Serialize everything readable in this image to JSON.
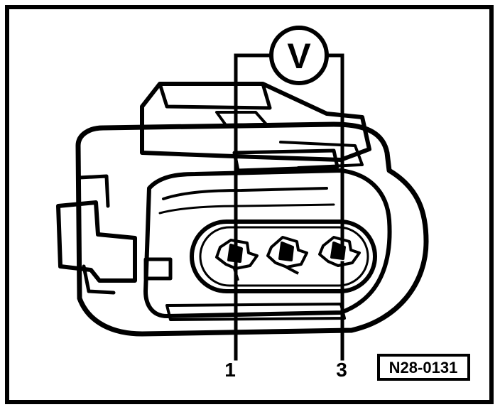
{
  "diagram": {
    "voltmeter_symbol": "V",
    "pin_labels": [
      "1",
      "3"
    ],
    "figure_code": "N28-0131",
    "ink_color": "#000000",
    "paper_color": "#ffffff"
  }
}
